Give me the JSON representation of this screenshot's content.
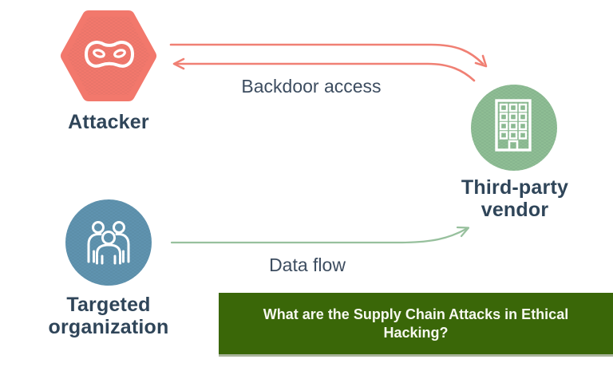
{
  "diagram": {
    "nodes": [
      {
        "id": "attacker",
        "label": "Attacker",
        "shape": "hexagon",
        "color": "#F2786C",
        "icon": "mask-icon"
      },
      {
        "id": "third_party_vendor",
        "label": "Third-party vendor",
        "shape": "circle",
        "color": "#8EBD94",
        "icon": "building-icon"
      },
      {
        "id": "targeted_organization",
        "label": "Targeted organization",
        "shape": "circle",
        "color": "#5F93AF",
        "icon": "people-group-icon"
      }
    ],
    "edges": [
      {
        "label": "Backdoor access",
        "from": "attacker",
        "to": "third_party_vendor",
        "style": "bidirectional",
        "color": "#F08074"
      },
      {
        "label": "Data flow",
        "from": "targeted_organization",
        "to": "third_party_vendor",
        "style": "one-way",
        "color": "#97C09D"
      }
    ]
  },
  "banner": {
    "title": "What are the Supply Chain Attacks in Ethical Hacking?",
    "background_color": "#3A6708",
    "text_color": "#F7F9F0"
  },
  "colors": {
    "background": "#FFFFFF",
    "label_text": "#2F4559",
    "edge_label_text": "#3D4D60"
  }
}
